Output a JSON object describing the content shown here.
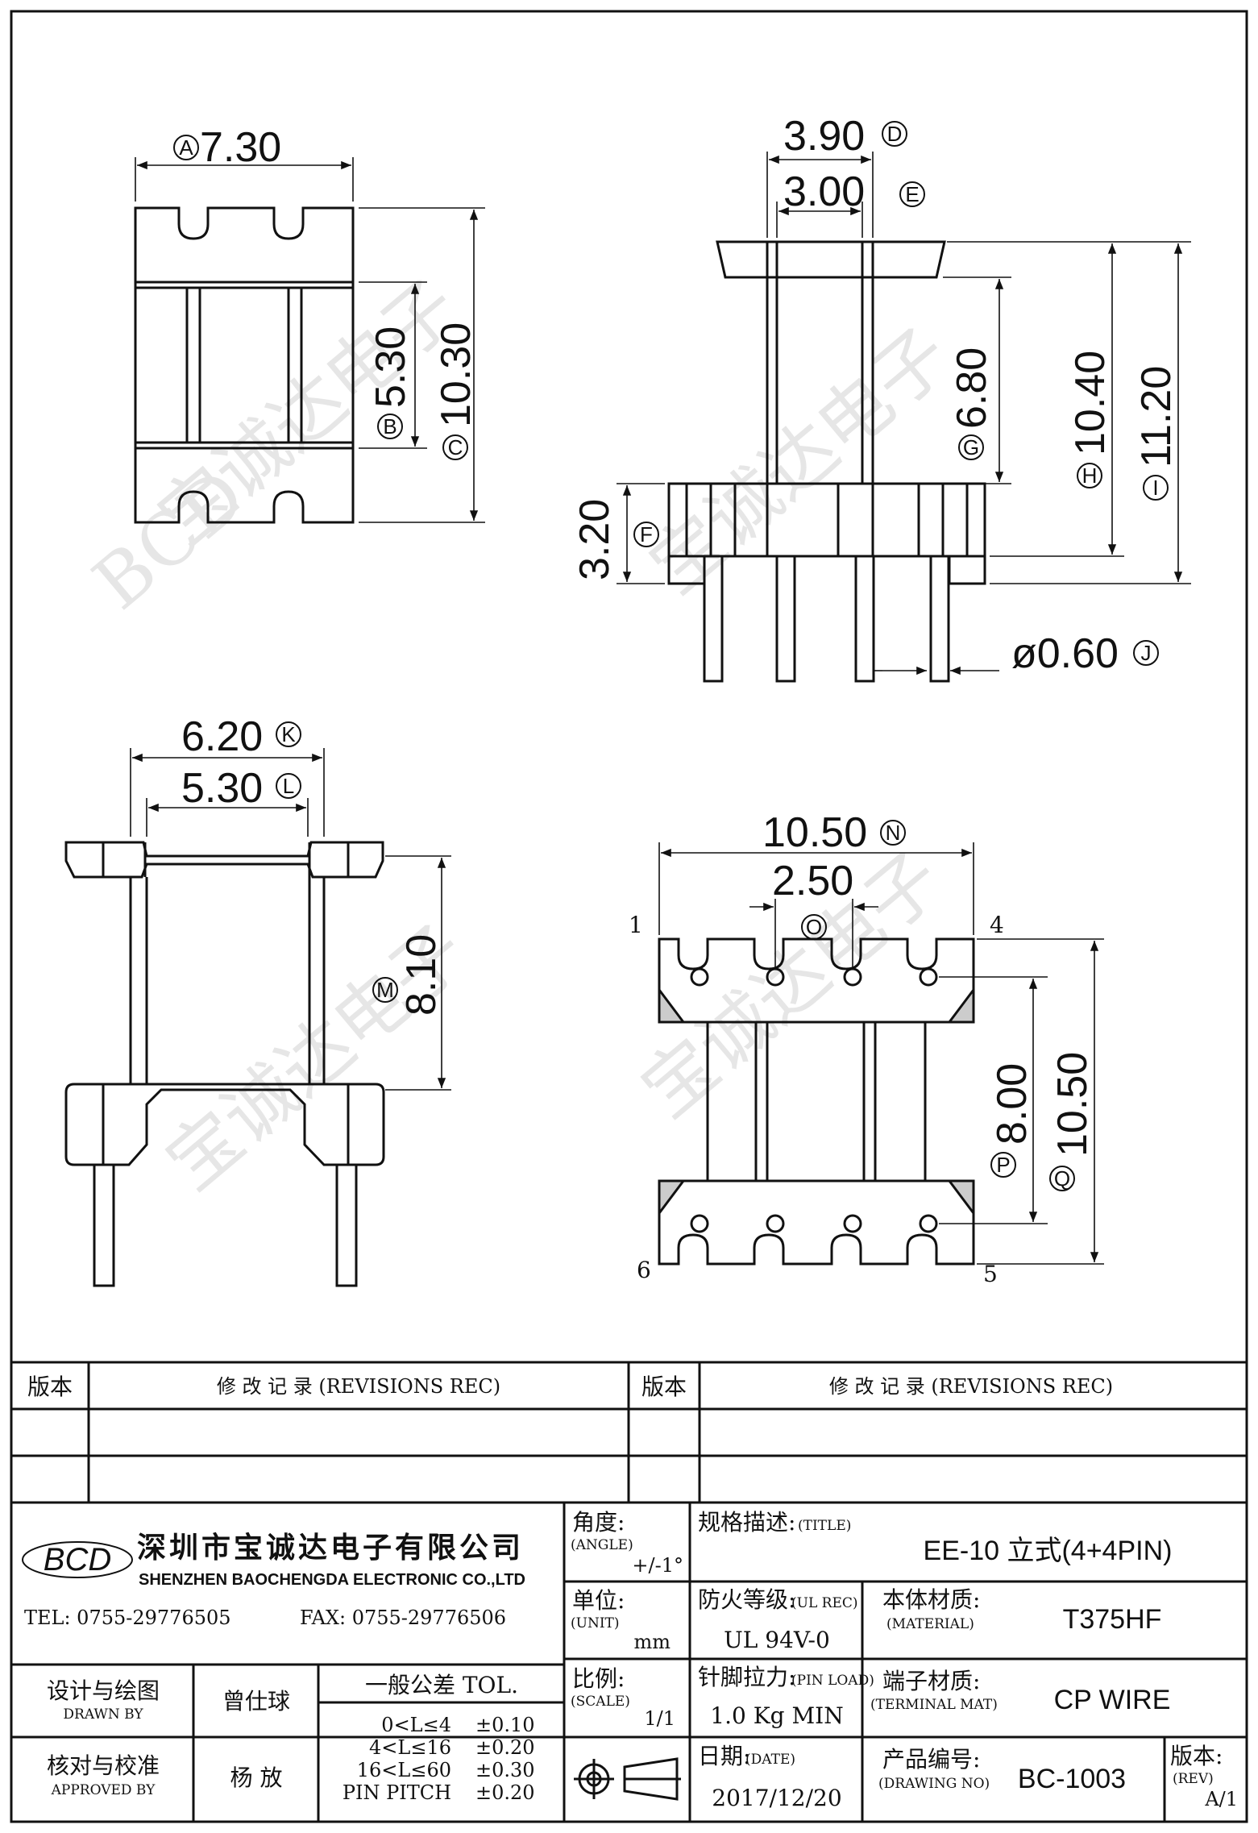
{
  "drawing": {
    "top_left_view": {
      "width": {
        "tag": "A",
        "value": "7.30"
      },
      "slot": {
        "tag": "B",
        "value": "5.30"
      },
      "height": {
        "tag": "C",
        "value": "10.30"
      }
    },
    "top_right_view": {
      "outer": {
        "tag": "D",
        "value": "3.90"
      },
      "inner": {
        "tag": "E",
        "value": "3.00"
      },
      "base": {
        "tag": "F",
        "value": "3.20"
      },
      "window": {
        "tag": "G",
        "value": "6.80"
      },
      "body": {
        "tag": "H",
        "value": "10.40"
      },
      "overall": {
        "tag": "I",
        "value": "11.20"
      },
      "pin": {
        "tag": "J",
        "value": "ø0.60"
      }
    },
    "bottom_left_view": {
      "outer": {
        "tag": "K",
        "value": "6.20"
      },
      "inner": {
        "tag": "L",
        "value": "5.30"
      },
      "height": {
        "tag": "M",
        "value": "8.10"
      }
    },
    "bottom_right_view": {
      "width": {
        "tag": "N",
        "value": "10.50"
      },
      "pitch": {
        "tag": "O",
        "value": "2.50"
      },
      "row_spacing": {
        "tag": "P",
        "value": "8.00"
      },
      "length": {
        "tag": "Q",
        "value": "10.50"
      },
      "pins": [
        "1",
        "4",
        "6",
        "5"
      ]
    },
    "watermark": "宝诚达电子"
  },
  "revisions": {
    "header_ver": "版本",
    "header_rec": "修 改 记 录  (REVISIONS REC)"
  },
  "company": {
    "logo": "BCD",
    "name_cn": "深圳市宝诚达电子有限公司",
    "name_en": "SHENZHEN BAOCHENGDA ELECTRONIC CO.,LTD",
    "tel": "TEL: 0755-29776505",
    "fax": "FAX: 0755-29776506"
  },
  "title_block": {
    "designed_label": "设计与绘图",
    "designed_sub": "DRAWN BY",
    "designed_name": "曾仕球",
    "approved_label": "核对与校准",
    "approved_sub": "APPROVED BY",
    "approved_name": "杨  放",
    "tol_title": "一般公差 TOL.",
    "tol_rows": [
      {
        "range": "0<L≤4",
        "tol": "±0.10"
      },
      {
        "range": "4<L≤16",
        "tol": "±0.20"
      },
      {
        "range": "16<L≤60",
        "tol": "±0.30"
      },
      {
        "range": "PIN PITCH",
        "tol": "±0.20"
      }
    ],
    "angle_label": "角度:",
    "angle_sub": "(ANGLE)",
    "angle_value": "+/-1°",
    "unit_label": "单位:",
    "unit_sub": "(UNIT)",
    "unit_value": "mm",
    "scale_label": "比例:",
    "scale_sub": "(SCALE)",
    "scale_value": "1/1",
    "title_label": "规格描述:",
    "title_sub": "(TITLE)",
    "title_value": "EE-10 立式(4+4PIN)",
    "ul_label": "防火等级:",
    "ul_sub": "(UL REC)",
    "ul_value": "UL 94V-0",
    "material_label": "本体材质:",
    "material_sub": "(MATERIAL)",
    "material_value": "T375HF",
    "pinload_label": "针脚拉力:",
    "pinload_sub": "(PIN LOAD)",
    "pinload_value": "1.0 Kg MIN",
    "terminal_label": "端子材质:",
    "terminal_sub": "(TERMINAL MAT)",
    "terminal_value": "CP WIRE",
    "date_label": "日期:",
    "date_sub": "(DATE)",
    "date_value": "2017/12/20",
    "dwgno_label": "产品编号:",
    "dwgno_sub": "(DRAWING NO)",
    "dwgno_value": "BC-1003",
    "rev_label": "版本:",
    "rev_sub": "(REV)",
    "rev_value": "A/1"
  }
}
